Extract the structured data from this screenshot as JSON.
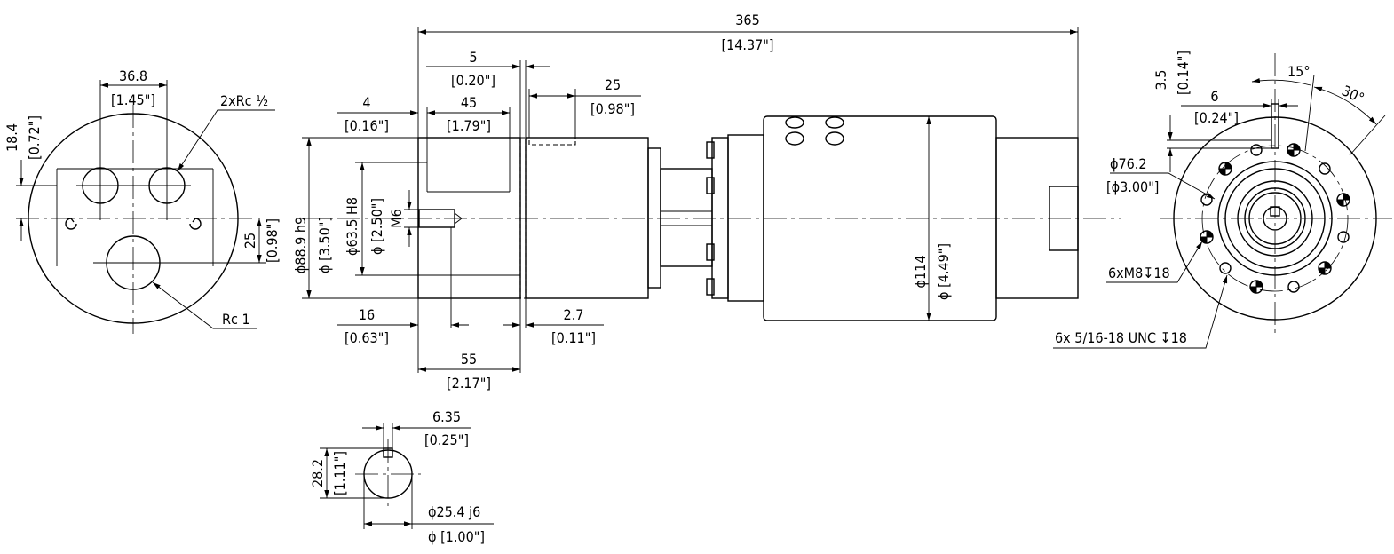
{
  "dims": {
    "overall_mm": "365",
    "overall_in": "[14.37\"]",
    "d5_mm": "5",
    "d5_in": "[0.20\"]",
    "d25_mm": "25",
    "d25_in": "[0.98\"]",
    "d4_mm": "4",
    "d4_in": "[0.16\"]",
    "d45_mm": "45",
    "d45_in": "[1.79\"]",
    "d16_mm": "16",
    "d16_in": "[0.63\"]",
    "d27_mm": "2.7",
    "d27_in": "[0.11\"]",
    "d55_mm": "55",
    "d55_in": "[2.17\"]",
    "dia889": "ϕ88.9 h9",
    "dia889_in": "ϕ [3.50\"]",
    "dia635": "ϕ63.5 H8",
    "dia635_in": "ϕ [2.50\"]",
    "m6": "M6",
    "dia114": "ϕ114",
    "dia114_in": "ϕ [4.49\"]"
  },
  "left_view": {
    "d368_mm": "36.8",
    "d368_in": "[1.45\"]",
    "d184_mm": "18.4",
    "d184_in": "[0.72\"]",
    "d25v_mm": "25",
    "d25v_in": "[0.98\"]",
    "port_small": "2xRc ½",
    "port_large": "Rc 1"
  },
  "right_view": {
    "d35_mm": "3.5",
    "d35_in": "[0.14\"]",
    "d6_mm": "6",
    "d6_in": "[0.24\"]",
    "angle15": "15°",
    "angle30": "30°",
    "dia762": "ϕ76.2",
    "dia762_in": "[ϕ3.00\"]",
    "thread_metric": "6xM8↧18",
    "thread_unc": "6x 5/16-18 UNC ↧18"
  },
  "shaft_section": {
    "d635_mm": "6.35",
    "d635_in": "[0.25\"]",
    "d282_mm": "28.2",
    "d282_in": "[1.11\"]",
    "dia254": "ϕ25.4  j6",
    "dia254_in": "ϕ [1.00\"]"
  }
}
